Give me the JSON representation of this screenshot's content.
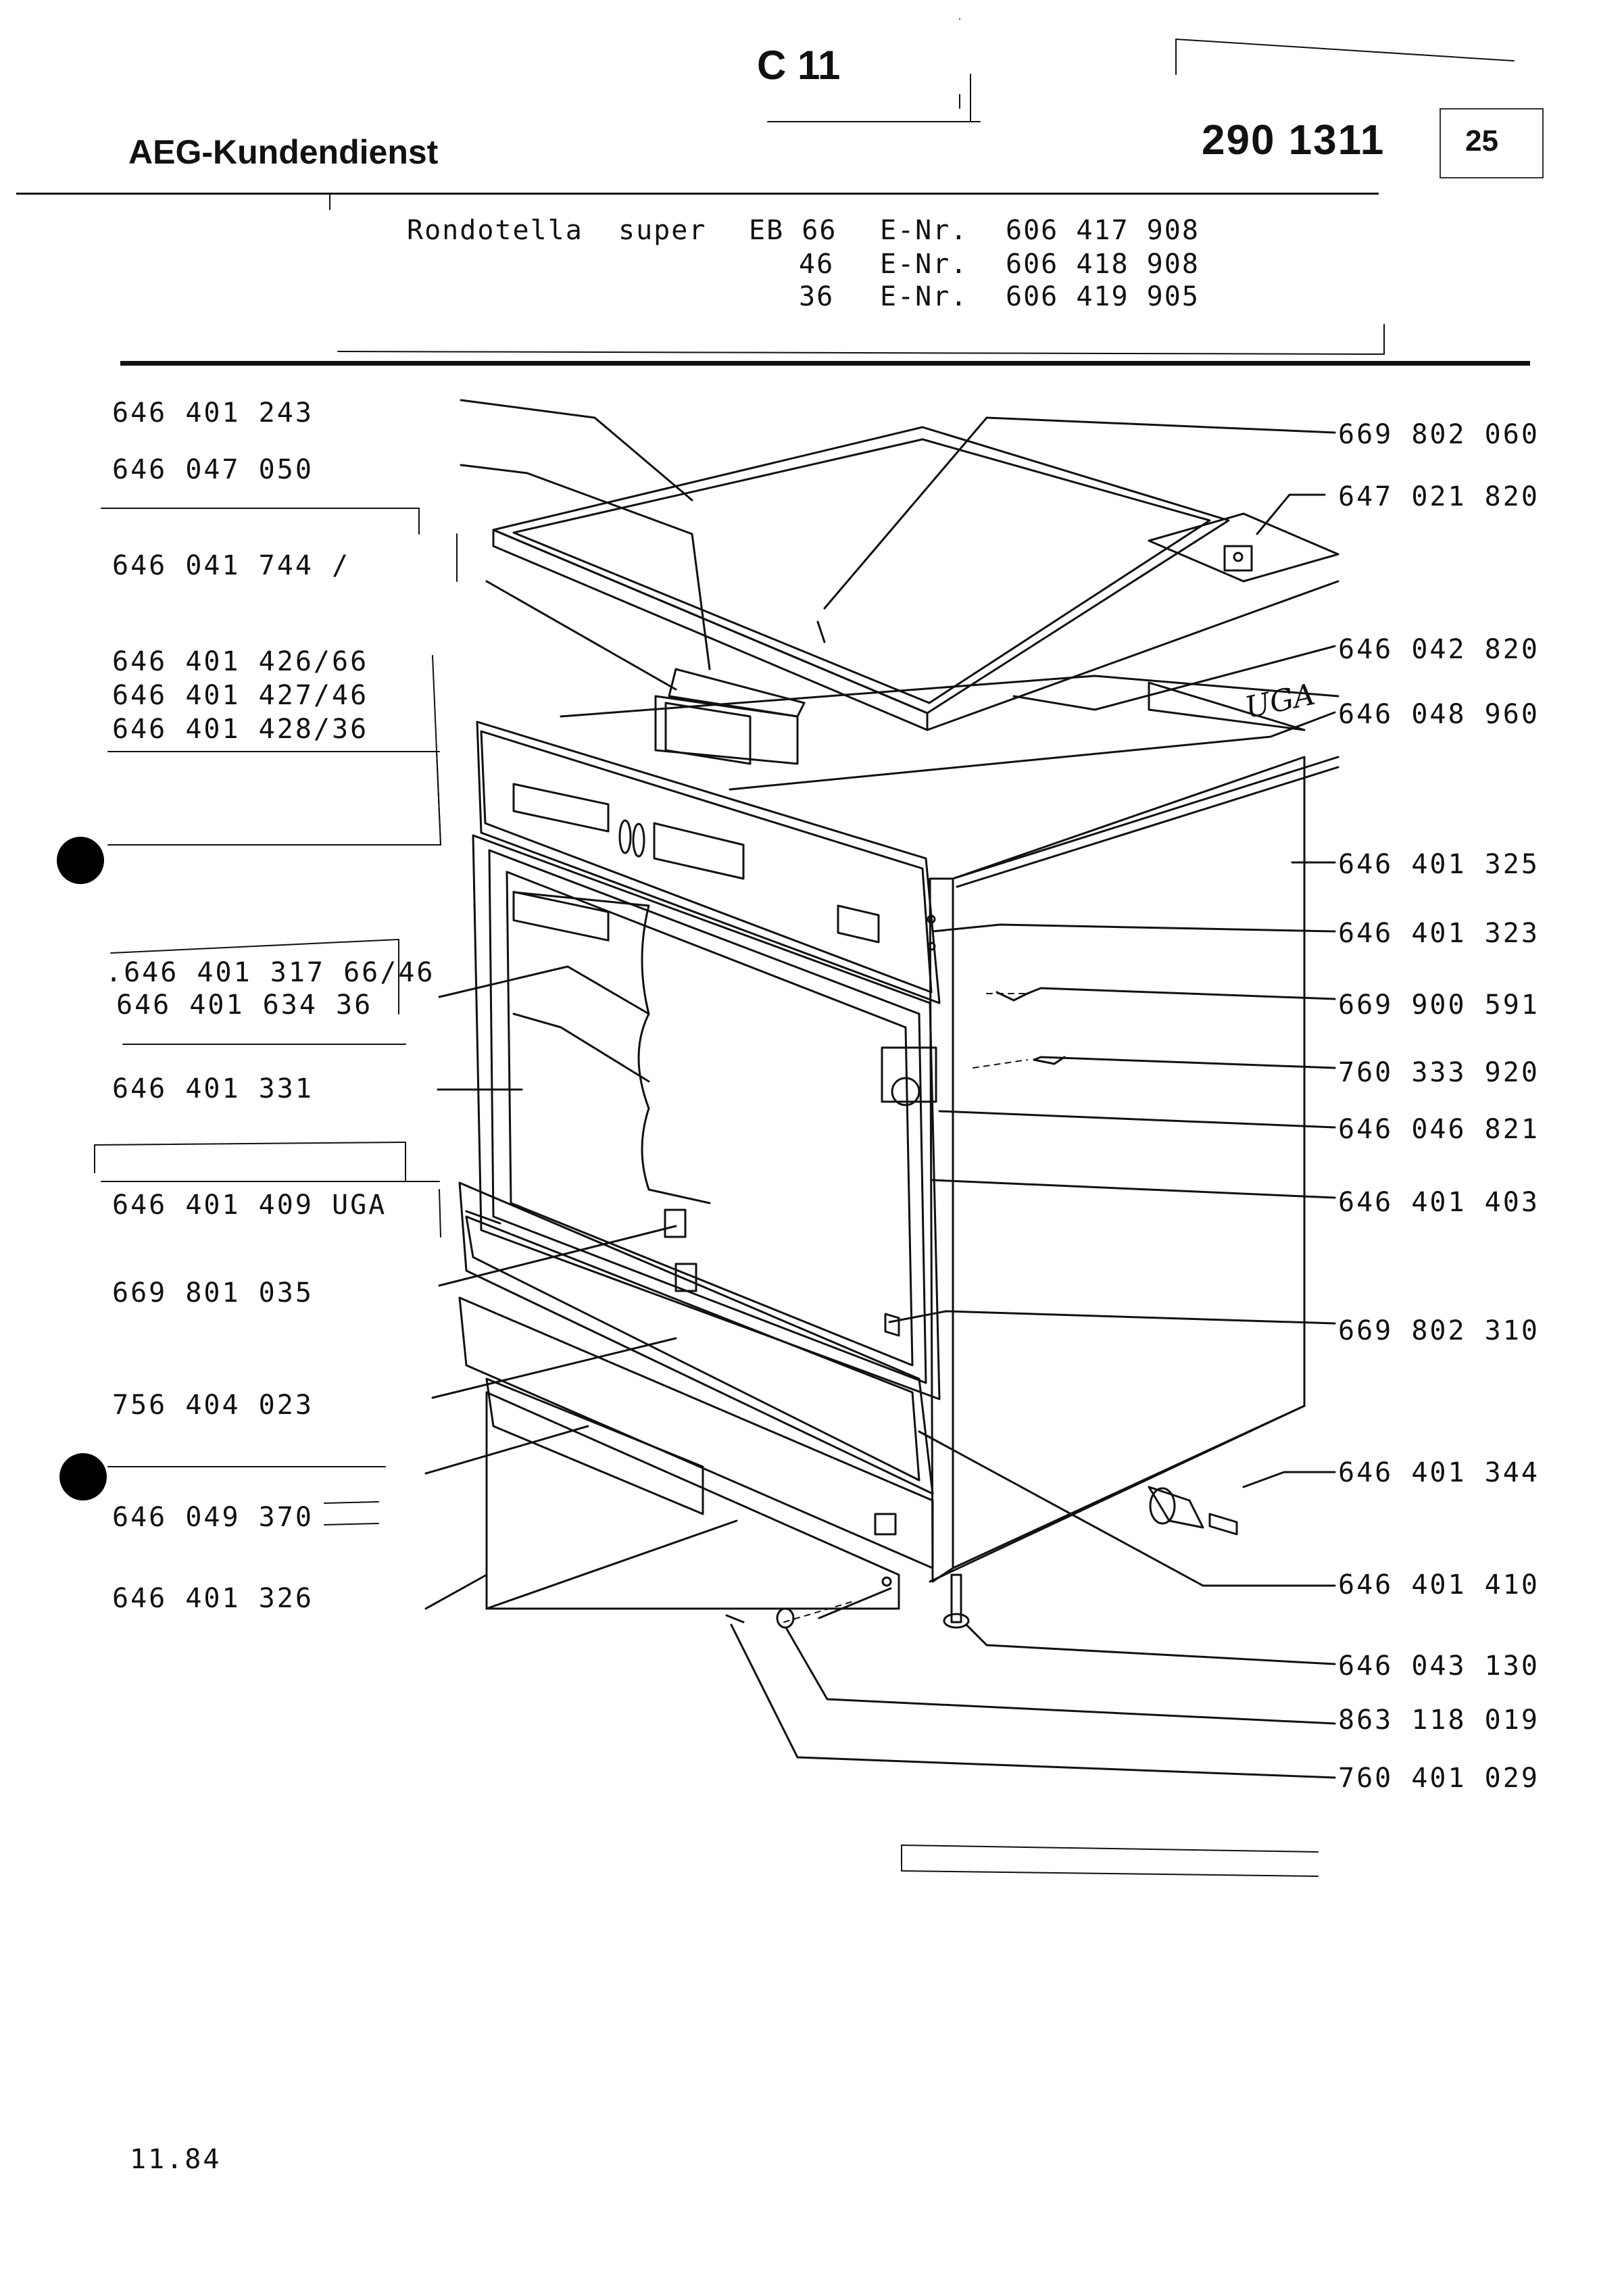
{
  "header": {
    "section": "C 11",
    "company": "AEG-Kundendienst",
    "doc_number": "290 1311",
    "page": "25"
  },
  "model": {
    "name": "Rondotella",
    "variant": "super",
    "rows": [
      {
        "type": "EB 66",
        "enr_label": "E-Nr.",
        "enr": "606 417 908"
      },
      {
        "type": "46",
        "enr_label": "E-Nr.",
        "enr": "606 418 908"
      },
      {
        "type": "36",
        "enr_label": "E-Nr.",
        "enr": "606 419 905"
      }
    ]
  },
  "left_parts": [
    "646 401 243",
    "646 047 050",
    "646 041 744 /",
    "646 401 426/66",
    "646 401 427/46",
    "646 401 428/36",
    ".646 401 317 66/46",
    "646 401 634 36",
    "646 401 331",
    "646 401 409  UGA",
    "669 801 035",
    "756 404 023",
    "646 049 370",
    "646 401 326"
  ],
  "right_parts": [
    "669 802 060",
    "647 021 820",
    "646 042 820",
    "646 048 960",
    "646 401 325",
    "646 401 323",
    "669 900 591",
    "760 333 920",
    "646 046 821",
    "646 401 403",
    "669 802 310",
    "646 401 344",
    "646 401 410",
    "646 043 130",
    "863 118 019",
    "760 401 029"
  ],
  "annotation": "UGA",
  "footer_date": "11.84"
}
